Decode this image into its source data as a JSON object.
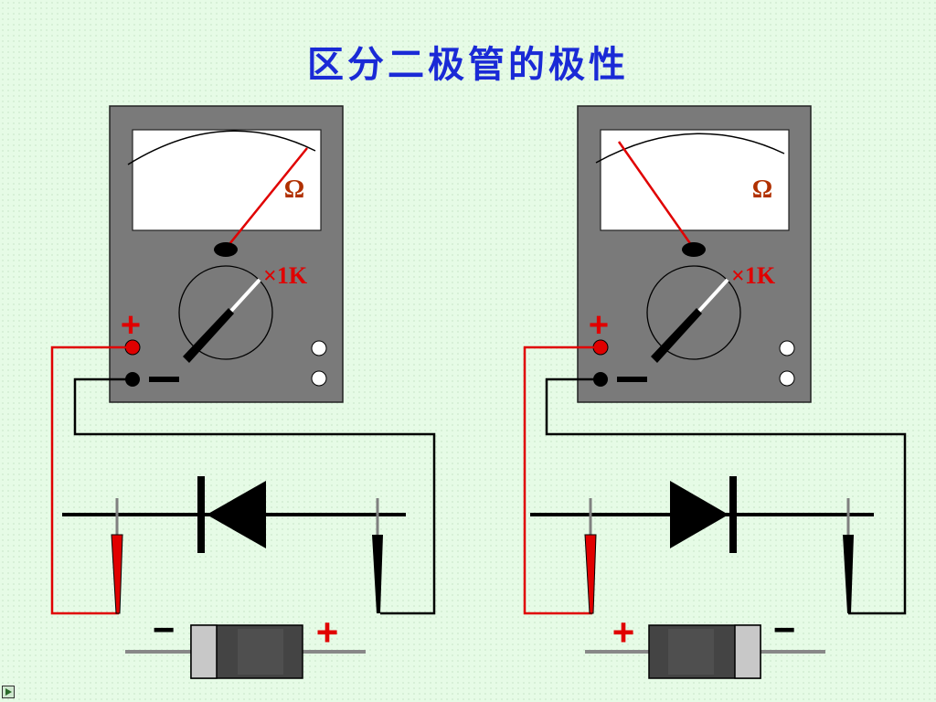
{
  "title": "区分二极管的极性",
  "meters": [
    {
      "ohm_symbol": "Ω",
      "range_label": "×1K",
      "probe_plus": "+",
      "probe_minus": "−"
    },
    {
      "ohm_symbol": "Ω",
      "range_label": "×1K",
      "probe_plus": "+",
      "probe_minus": "−"
    }
  ],
  "diodes": [
    {
      "left_sign": "−",
      "right_sign": "+"
    },
    {
      "left_sign": "+",
      "right_sign": "−"
    }
  ],
  "colors": {
    "title": "#1a2ad6",
    "meter_body": "#7a7a7a",
    "red": "#e00000",
    "ohm_label": "#b03000",
    "background": "#e6fbe6"
  }
}
